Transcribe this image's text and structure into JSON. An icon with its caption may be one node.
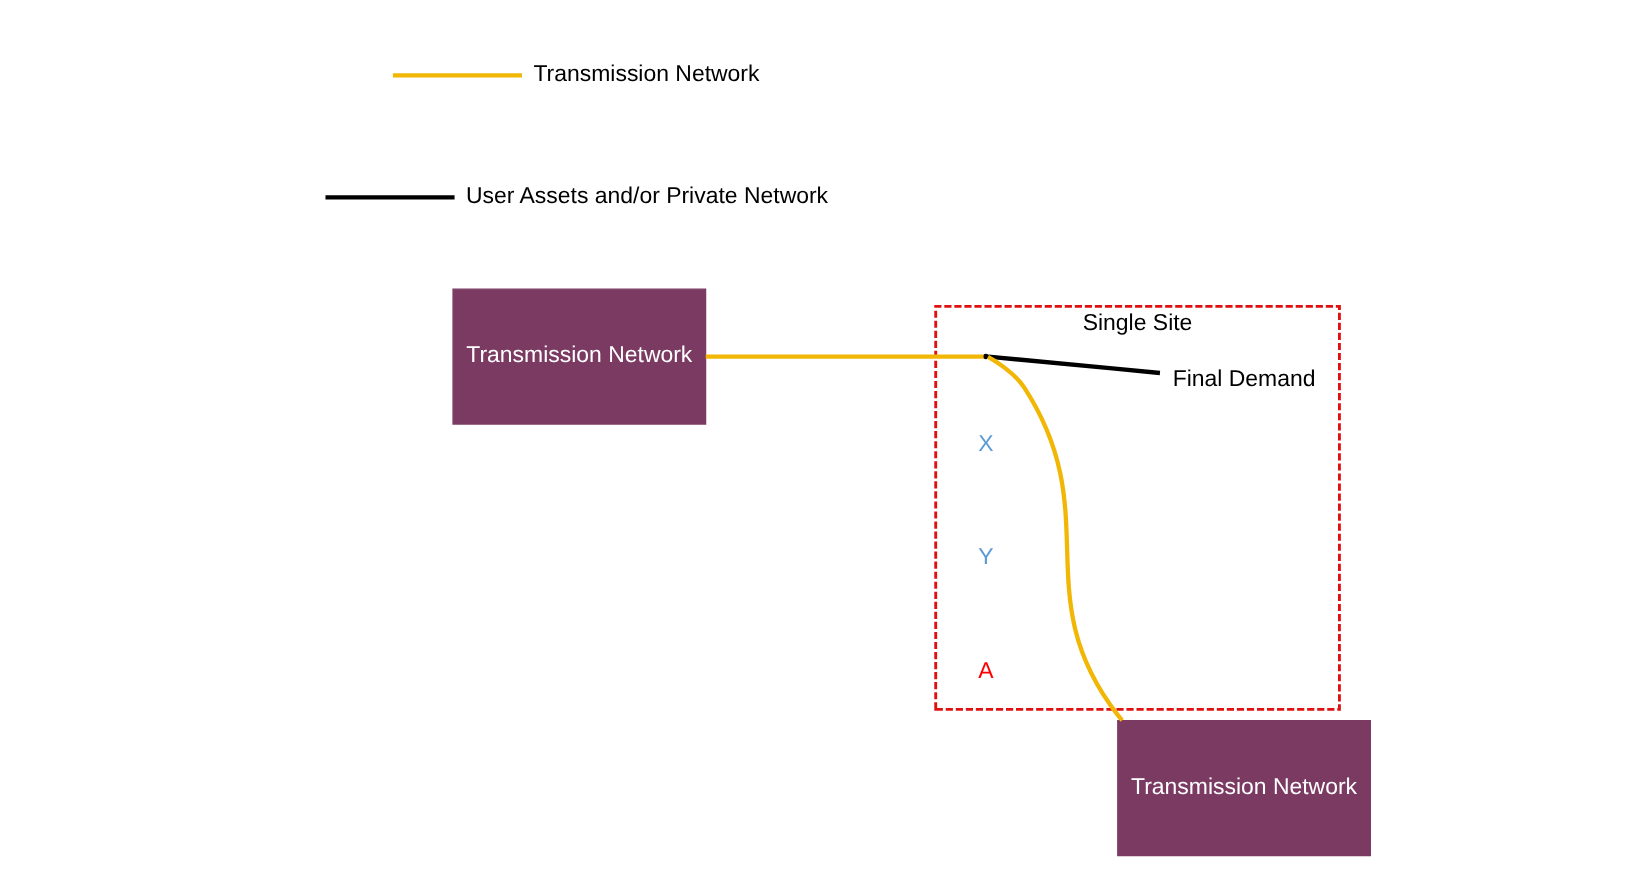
{
  "diagram": {
    "nodes": [
      {
        "text": [
          "Transmission Network"
        ]
      },
      {
        "text": [
          "Single Site"
        ]
      },
      {
        "text": [],
        "shape": "point",
        "in": 1
      },
      {
        "text": [
          "Final Demand"
        ],
        "in": 1
      },
      {
        "text": [
          "Transmission Network"
        ]
      }
    ],
    "edges": [
      {
        "from": 0,
        "to": 2,
        "arrow": "none",
        "color": "#f2b705"
      },
      {
        "from": 2,
        "to": 4,
        "arrow": "none",
        "color": "#f2b705"
      },
      {
        "from": 2,
        "to": 3,
        "arrow": "none",
        "color": "#000000"
      }
    ],
    "labels": [
      "X",
      "Y",
      "A"
    ],
    "legend": [
      {
        "text": "Transmission Network"
      },
      {
        "text": "User Assets and/or Private Network"
      }
    ]
  }
}
